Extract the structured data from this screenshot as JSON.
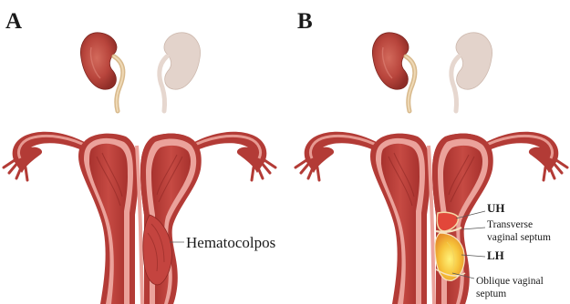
{
  "figure": {
    "panel_a": {
      "letter": "A",
      "hematocolpos_label": "Hematocolpos"
    },
    "panel_b": {
      "letter": "B",
      "uh_label": "UH",
      "transverse_line1": "Transverse",
      "transverse_line2": "vaginal septum",
      "lh_label": "LH",
      "oblique_line1": "Oblique vaginal",
      "oblique_line2": "septum"
    }
  },
  "colors": {
    "uterus_outer": "#b33b36",
    "uterus_pink": "#eba29b",
    "uterus_inner": "#c84a45",
    "kidney_healthy": "#b8453c",
    "kidney_absent": "#e3d3cb",
    "ureter": "#d8b98c",
    "hematoma": "#f3b533",
    "hematoma_core": "#fbe06a"
  },
  "icons": [
    "kidney-icon",
    "absent-kidney-icon",
    "uterus-illustration"
  ]
}
